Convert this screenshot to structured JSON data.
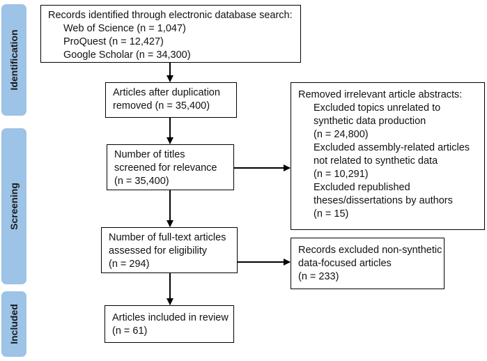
{
  "phases": {
    "identification": "Identification",
    "screening": "Screening",
    "included": "Included"
  },
  "boxes": {
    "records_identified": {
      "heading": "Records identified through electronic database search:",
      "sources": [
        "Web of Science (n = 1,047)",
        "ProQuest (n = 12,427)",
        "Google Scholar (n = 34,300)"
      ]
    },
    "after_duplication": {
      "lines": [
        "Articles after duplication",
        "removed (n = 35,400)"
      ]
    },
    "titles_screened": {
      "lines": [
        "Number of titles",
        "screened for relevance",
        "(n = 35,400)"
      ]
    },
    "removed_abstracts": {
      "heading": "Removed irrelevant article abstracts:",
      "lines": [
        "Excluded topics unrelated to",
        "synthetic data production",
        "(n = 24,800)",
        "Excluded assembly-related articles",
        "not related to synthetic data",
        "(n = 10,291)",
        "Excluded republished",
        "theses/dissertations by authors",
        "(n = 15)"
      ]
    },
    "full_text": {
      "lines": [
        "Number of full-text articles",
        "assessed for eligibility",
        "(n = 294)"
      ]
    },
    "excluded_records": {
      "lines": [
        "Records excluded non-synthetic",
        "data-focused articles",
        "(n = 233)"
      ]
    },
    "included_review": {
      "lines": [
        "Articles included in review",
        "(n = 61)"
      ]
    }
  },
  "colors": {
    "phase_fill": "#9dc3e6",
    "border": "#000000",
    "text": "#111111"
  }
}
